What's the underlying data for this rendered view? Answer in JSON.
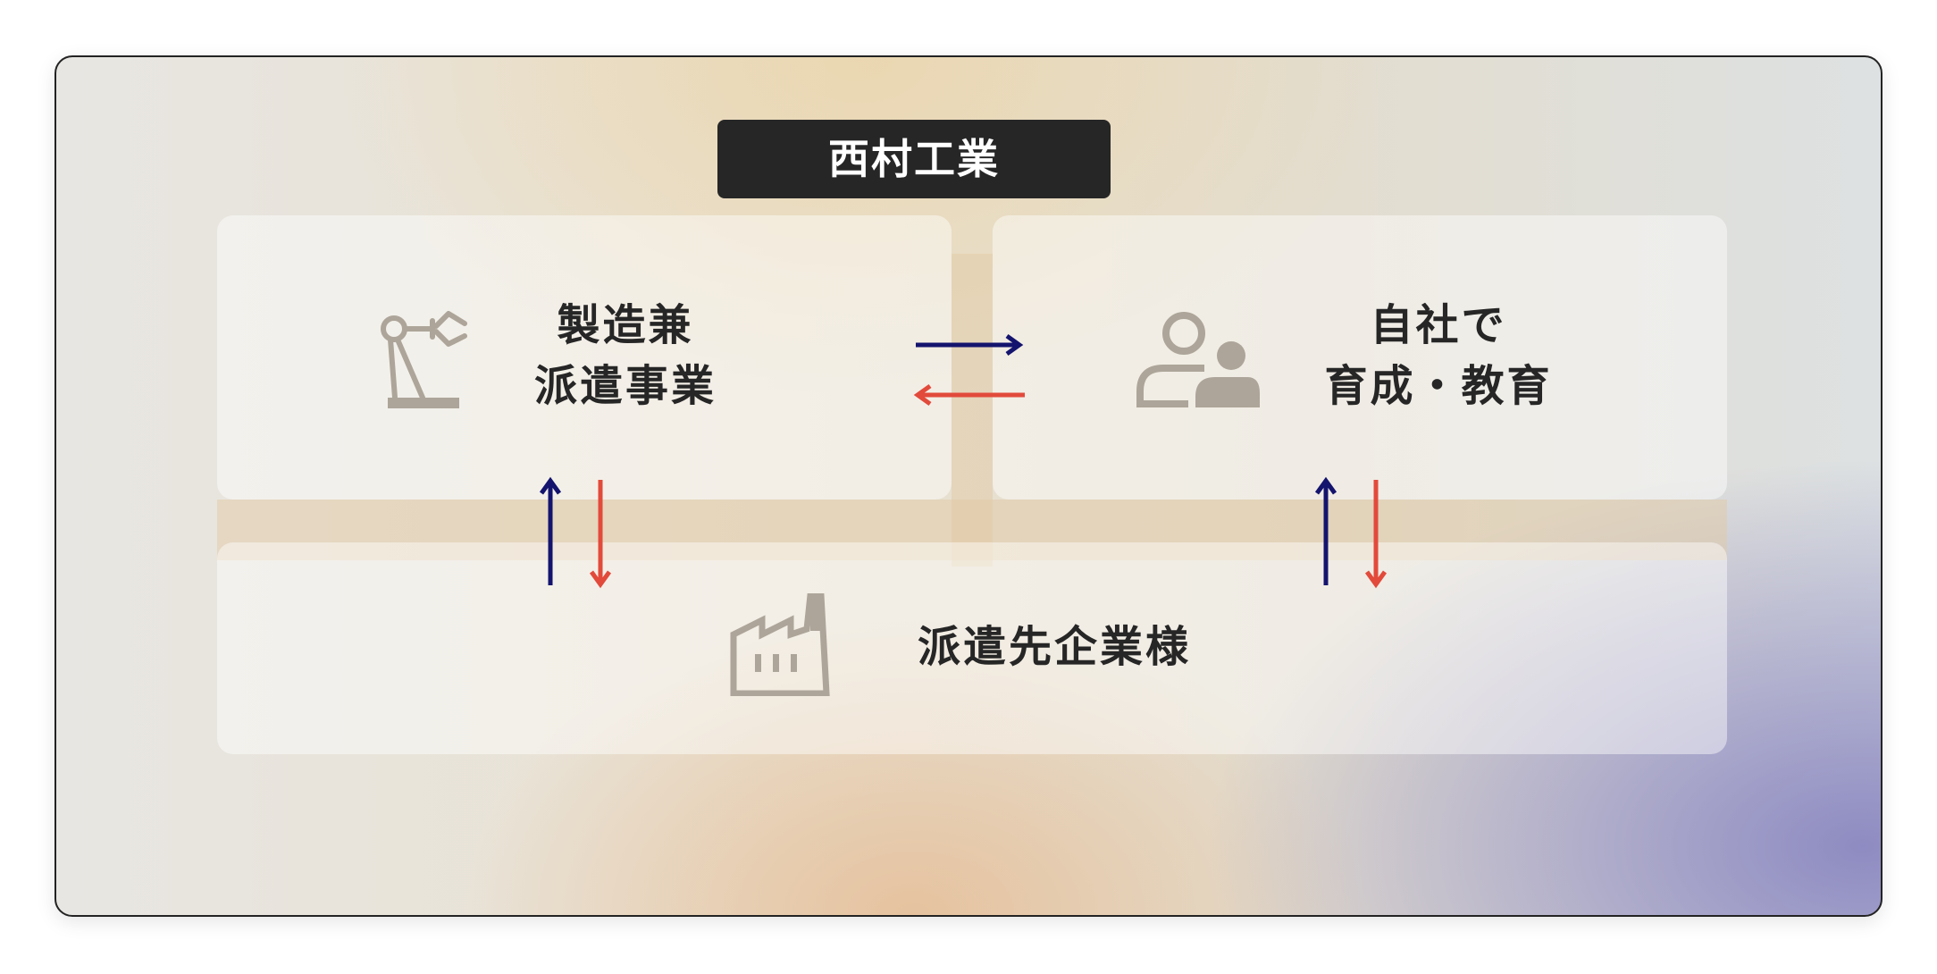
{
  "diagram": {
    "title": "西村工業",
    "manufacturing": {
      "line1": "製造兼",
      "line2": "派遣事業",
      "icon": "robot-arm-icon"
    },
    "training": {
      "line1": "自社で",
      "line2": "育成・教育",
      "icon": "people-icon"
    },
    "client": {
      "label": "派遣先企業様",
      "icon": "factory-icon"
    },
    "colors": {
      "forward_arrow": "#14146e",
      "return_arrow": "#e24a3b",
      "icon": "#ada599",
      "title_bg": "#262626",
      "text": "#262626"
    }
  }
}
